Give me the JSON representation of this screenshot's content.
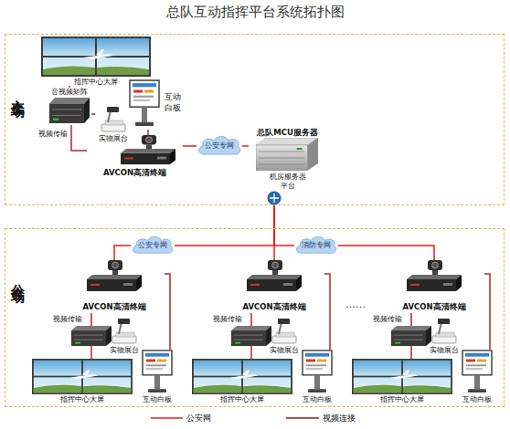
{
  "diagram": {
    "title": "总队互动指挥平台系统拓扑图",
    "nodes": [
      {
        "text": [
          "主会场"
        ]
      },
      {
        "text": [
          "指挥中心大屏"
        ],
        "in": 0
      },
      {
        "text": [
          "音视频矩阵"
        ],
        "in": 0
      },
      {
        "text": [
          "互动白板"
        ],
        "in": 0
      },
      {
        "text": [
          "实物展台"
        ],
        "in": 0
      },
      {
        "text": [
          "AVCON高清终端"
        ],
        "in": 0
      },
      {
        "text": [
          "公安专网"
        ],
        "in": 0
      },
      {
        "text": [
          "总队MCU服务器",
          "机房服务器平台"
        ],
        "in": 0
      },
      {
        "text": [
          "分会场"
        ]
      },
      {
        "text": [
          "公安专网"
        ],
        "in": 8
      },
      {
        "text": [
          "消防专网"
        ],
        "in": 8
      },
      {
        "text": [
          "AVCON高清终端"
        ],
        "in": 8
      },
      {
        "text": [
          "AVCON高清终端"
        ],
        "in": 8
      },
      {
        "text": [
          "AVCON高清终端"
        ],
        "in": 8
      },
      {
        "text": [
          "实物展台"
        ],
        "in": 8
      },
      {
        "text": [
          "实物展台"
        ],
        "in": 8
      },
      {
        "text": [
          "实物展台"
        ],
        "in": 8
      },
      {
        "text": [
          "指挥中心大屏"
        ],
        "in": 8
      },
      {
        "text": [
          "互动白板"
        ],
        "in": 8
      },
      {
        "text": [
          "指挥中心大屏"
        ],
        "in": 8
      },
      {
        "text": [
          "互动白板"
        ],
        "in": 8
      },
      {
        "text": [
          "指挥中心大屏"
        ],
        "in": 8
      },
      {
        "text": [
          "互动白板"
        ],
        "in": 8
      }
    ],
    "edges": [
      {
        "from": 5,
        "to": 2,
        "arrow": "none",
        "label": "视频传输"
      },
      {
        "from": 2,
        "to": 1,
        "arrow": "none"
      },
      {
        "from": 2,
        "to": 4,
        "arrow": "none"
      },
      {
        "from": 5,
        "to": 3,
        "arrow": "none"
      },
      {
        "from": 5,
        "to": 6,
        "arrow": "none"
      },
      {
        "from": 6,
        "to": 7,
        "arrow": "none"
      },
      {
        "from": 7,
        "to": 9,
        "arrow": "none"
      },
      {
        "from": 9,
        "to": 11,
        "arrow": "none"
      },
      {
        "from": 7,
        "to": 12,
        "arrow": "none"
      },
      {
        "from": 7,
        "to": 10,
        "arrow": "none"
      },
      {
        "from": 10,
        "to": 13,
        "arrow": "none"
      },
      {
        "from": 11,
        "to": 17,
        "arrow": "none",
        "label": "视频传输"
      },
      {
        "from": 11,
        "to": 18,
        "arrow": "none"
      },
      {
        "from": 12,
        "to": 19,
        "arrow": "none",
        "label": "视频传输"
      },
      {
        "from": 12,
        "to": 20,
        "arrow": "none"
      },
      {
        "from": 13,
        "to": 21,
        "arrow": "none",
        "label": "视频传输"
      },
      {
        "from": 13,
        "to": 22,
        "arrow": "none"
      }
    ],
    "labels": [
      "……"
    ],
    "legend": [
      {
        "text": "公安网"
      },
      {
        "text": "视频连接"
      }
    ]
  }
}
